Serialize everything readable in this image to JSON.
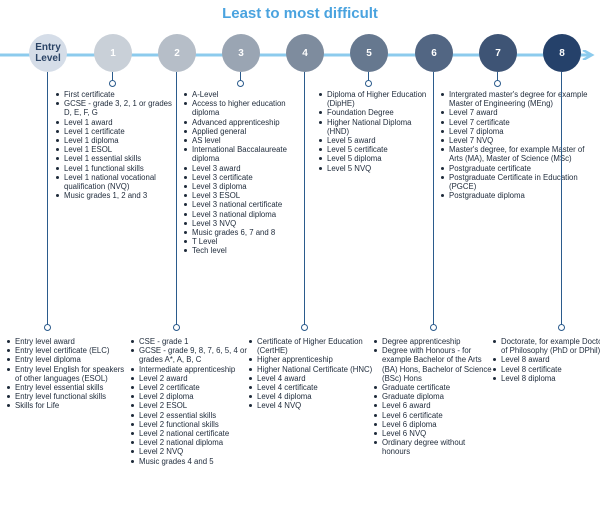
{
  "title": "Least to most difficult",
  "levels": [
    {
      "label": "Entry\nLevel",
      "color": "#d5dde8",
      "text_color": "#2b4466"
    },
    {
      "label": "1",
      "color": "#c9d0d8",
      "text_color": "#ffffff"
    },
    {
      "label": "2",
      "color": "#b6bec8",
      "text_color": "#ffffff"
    },
    {
      "label": "3",
      "color": "#9aa5b3",
      "text_color": "#ffffff"
    },
    {
      "label": "4",
      "color": "#7e8c9e",
      "text_color": "#ffffff"
    },
    {
      "label": "5",
      "color": "#66788f",
      "text_color": "#ffffff"
    },
    {
      "label": "6",
      "color": "#526683",
      "text_color": "#ffffff"
    },
    {
      "label": "7",
      "color": "#3e5475",
      "text_color": "#ffffff"
    },
    {
      "label": "8",
      "color": "#25416a",
      "text_color": "#ffffff"
    }
  ],
  "top_lists": {
    "1": [
      "First certificate",
      "GCSE - grade 3, 2, 1 or grades D, E, F, G",
      "Level 1 award",
      "Level 1 certificate",
      "Level 1 diploma",
      "Level 1 ESOL",
      "Level 1 essential skills",
      "Level 1 functional  skills",
      "Level 1 national vocational qualification (NVQ)",
      "Music grades 1, 2 and 3"
    ],
    "3": [
      "A-Level",
      "Access to higher education diploma",
      "Advanced apprenticeship",
      "Applied general",
      "AS level",
      "International Baccalaureate diploma",
      "Level 3 award",
      "Level 3 certificate",
      "Level 3 diploma",
      "Level 3 ESOL",
      "Level 3 national certificate",
      "Level 3 national diploma",
      "Level 3 NVQ",
      "Music grades 6, 7 and 8",
      "T Level",
      "Tech level"
    ],
    "5": [
      "Diploma of Higher Education (DipHE)",
      "Foundation Degree",
      "Higher National Diploma (HND)",
      "Level 5 award",
      "Level 5 certificate",
      "Level 5 diploma",
      "Level 5 NVQ"
    ],
    "7": [
      "Intergrated master's degree for example Master of Engineering (MEng)",
      "Level 7 award",
      "Level 7 certificate",
      "Level 7 diploma",
      "Level 7 NVQ",
      "Master's degree, for example Master of Arts (MA), Master of Science (MSc)",
      "Postgraduate certificate",
      "Postgraduate Certificate in Education (PGCE)",
      "Postgraduate diploma"
    ]
  },
  "bottom_lists": {
    "0": [
      "Entry level award",
      "Entry level certificate (ELC)",
      "Entry level diploma",
      "Entry level English for speakers of other languages (ESOL)",
      "Entry level essential skills",
      "Entry level functional skills",
      "Skills for Life"
    ],
    "2": [
      "CSE - grade 1",
      "GCSE - grade 9, 8, 7, 6, 5, 4 or grades A*, A, B, C",
      "Intermediate apprenticeship",
      "Level 2 award",
      "Level 2 certificate",
      "Level 2 diploma",
      "Level 2 ESOL",
      "Level 2 essential skills",
      "Level 2 functional skills",
      "Level 2 national certificate",
      "Level 2 national diploma",
      "Level 2 NVQ",
      "Music grades 4 and 5"
    ],
    "4": [
      "Certificate of Higher Education (CertHE)",
      "Higher apprenticeship",
      "Higher National Certificate (HNC)",
      "Level 4 award",
      "Level 4 certificate",
      "Level 4 diploma",
      "Level 4 NVQ"
    ],
    "6": [
      "Degree apprenticeship",
      "Degree with Honours - for example Bachelor of the Arts (BA) Hons, Bachelor of Science (BSc) Hons",
      "Graduate certificate",
      "Graduate diploma",
      "Level 6 award",
      "Level 6 certificate",
      "Level 6 diploma",
      "Level 6 NVQ",
      "Ordinary degree without honours"
    ],
    "8": [
      "Doctorate, for example Doctor of Philosophy (PhD or DPhil)",
      "Level 8 award",
      "Level 8 certificate",
      "Level 8 diploma"
    ]
  }
}
